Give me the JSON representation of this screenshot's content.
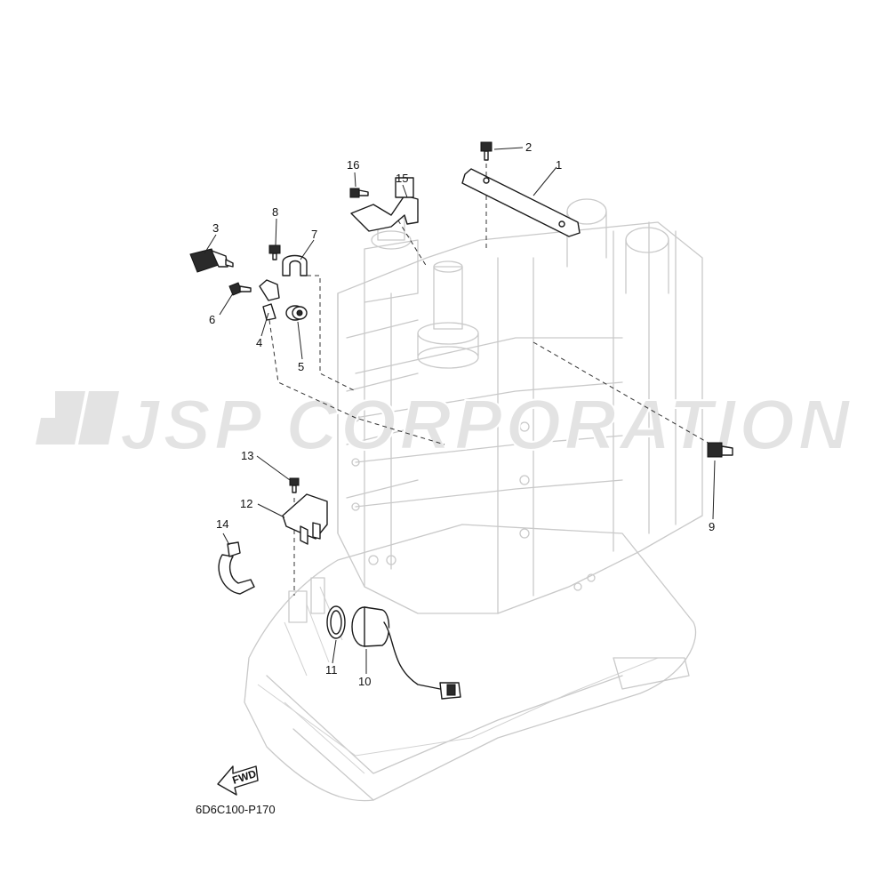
{
  "diagram": {
    "code": "6D6C100-P170",
    "fwd_label": "FWD",
    "watermark": "JSP CORPORATION",
    "callouts": [
      "1",
      "2",
      "3",
      "4",
      "5",
      "6",
      "7",
      "8",
      "9",
      "10",
      "11",
      "12",
      "13",
      "14",
      "15",
      "16"
    ]
  }
}
